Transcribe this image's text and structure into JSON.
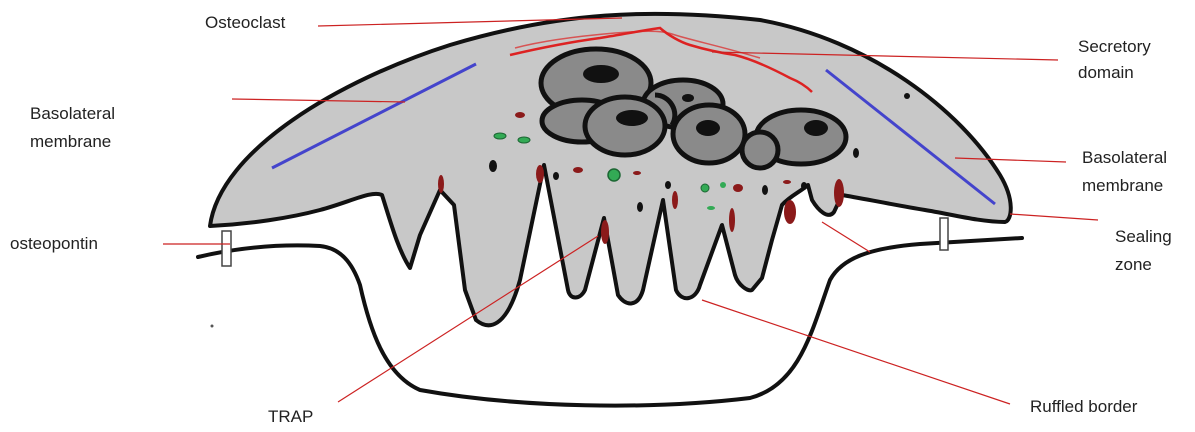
{
  "labels": {
    "osteoclast": "Osteoclast",
    "secretory_domain_1": "Secretory",
    "secretory_domain_2": "domain",
    "basolateral_left_1": "Basolateral",
    "basolateral_left_2": "membrane",
    "basolateral_right_1": "Basolateral",
    "basolateral_right_2": "membrane",
    "osteopontin": "osteopontin",
    "sealing_zone_1": "Sealing",
    "sealing_zone_2": "zone",
    "trap": "TRAP",
    "ruffled_border": "Ruffled border"
  },
  "colors": {
    "cell_fill": "#c8c8c8",
    "outline": "#111111",
    "pointer_line": "#cc2222",
    "secretory_domain": "#dd2222",
    "basolateral_membrane": "#4444cc",
    "nucleus_fill": "#8a8a8a",
    "nucleolus": "#111111",
    "trap_vesicle": "#8b1a1a",
    "green_vesicle": "#33aa55",
    "label_text": "#222222"
  }
}
